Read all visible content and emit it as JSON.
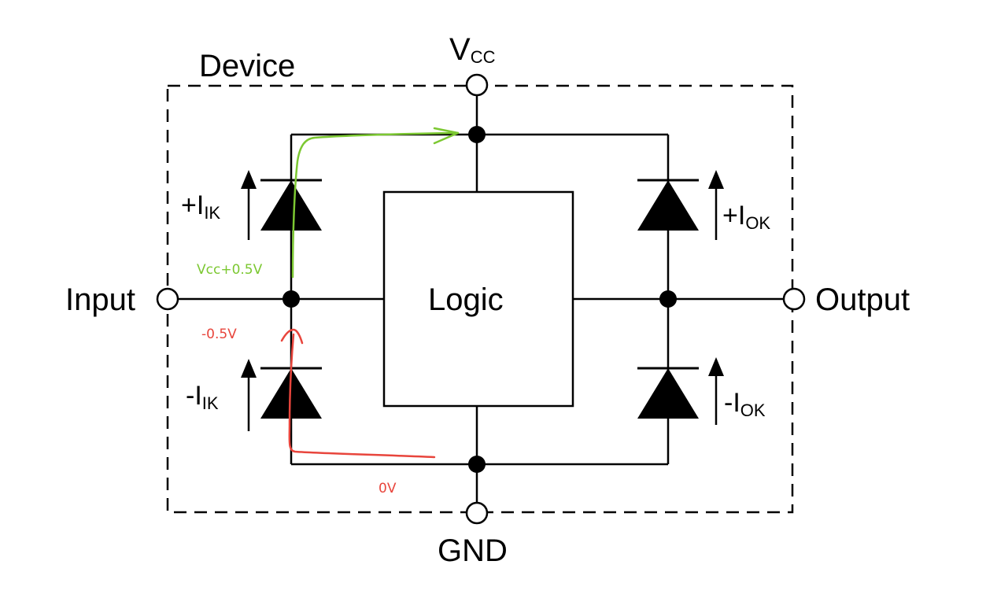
{
  "labels": {
    "device": "Device",
    "vcc_main": "V",
    "vcc_sub": "CC",
    "gnd": "GND",
    "input": "Input",
    "output": "Output",
    "logic": "Logic",
    "pos_iik_main": "+I",
    "pos_iik_sub": "IK",
    "neg_iik_main": "-I",
    "neg_iik_sub": "IK",
    "pos_iok_main": "+I",
    "pos_iok_sub": "OK",
    "neg_iok_main": "-I",
    "neg_iok_sub": "OK"
  },
  "annotations": {
    "vcc_plus": {
      "text": "Vcc+0.5V",
      "color": "#7cc832"
    },
    "minus_half": {
      "text": "-0.5V",
      "color": "#e8453c"
    },
    "zero": {
      "text": "0V",
      "color": "#e8453c"
    }
  },
  "colors": {
    "line": "#000000",
    "green_path": "#7cc832",
    "red_path": "#e8453c"
  }
}
